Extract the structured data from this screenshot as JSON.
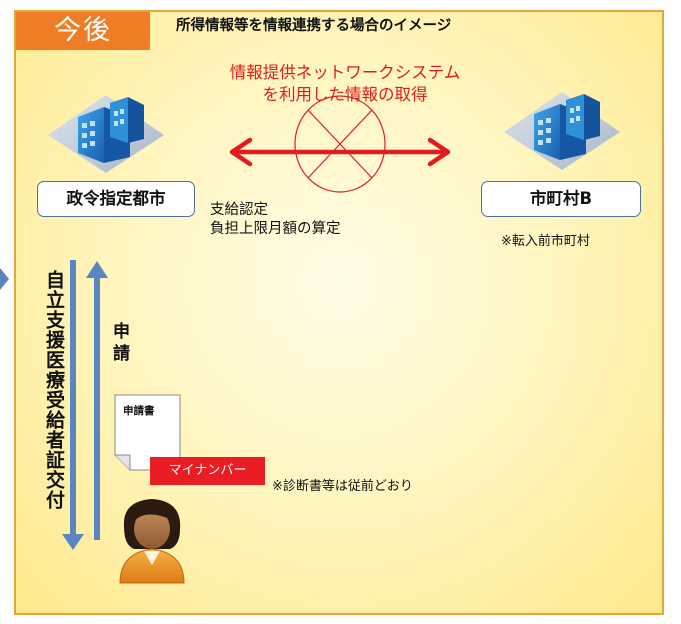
{
  "header": {
    "tag": "今後",
    "title": "所得情報等を情報連携する場合のイメージ"
  },
  "network": {
    "line1": "情報提供ネットワークシステム",
    "line2": "を利用した情報の取得"
  },
  "entities": {
    "a": "政令指定都市",
    "b": "市町村B",
    "b_note": "※転入前市町村"
  },
  "process": {
    "line1": "支給認定",
    "line2": "負担上限月額の算定"
  },
  "flows": {
    "down": "自立支援医療受給者証交付",
    "up": "申請"
  },
  "document": {
    "title": "申請書",
    "mynumber": "マイナンバー",
    "note": "※診断書等は従前どおり"
  },
  "colors": {
    "tag": "#ee7d26",
    "network_arrow": "#e21c1c",
    "flow_arrow": "#5b85c0",
    "mynumber": "#ea1c24",
    "panel_border": "#e6a43a"
  },
  "icons": [
    "building-icon",
    "building-icon",
    "person-icon",
    "document-icon",
    "cross-circle-icon"
  ]
}
